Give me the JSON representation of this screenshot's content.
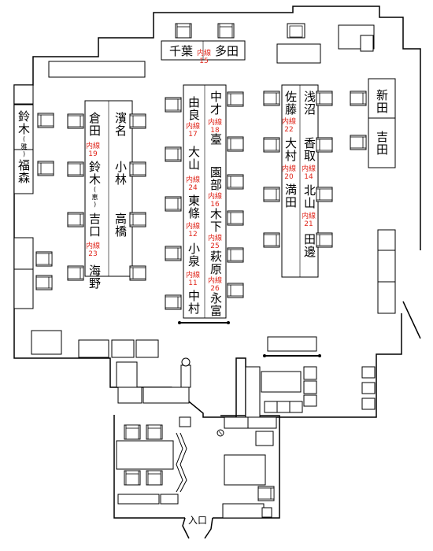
{
  "floor_plan": {
    "entrance_label": "入口",
    "ext_word": "内線",
    "top_room": {
      "names": [
        "千葉",
        "多田"
      ],
      "ext": "15"
    },
    "right_rooms": [
      "新田",
      "吉田"
    ],
    "left_rooms": [
      {
        "name": "鈴木",
        "suffix": "(雅)"
      },
      {
        "name": "福森",
        "suffix": ""
      }
    ],
    "left_island": {
      "left_column": [
        {
          "name": "倉田",
          "suffix": "",
          "ext": "19"
        },
        {
          "name": "鈴木",
          "suffix": "(恵)",
          "ext": ""
        },
        {
          "name": "吉口",
          "suffix": "",
          "ext": "23"
        },
        {
          "name": "海野",
          "suffix": "",
          "ext": ""
        }
      ],
      "right_column": [
        {
          "name": "濱名",
          "ext": ""
        },
        {
          "name": "小林",
          "ext": ""
        },
        {
          "name": "高橋",
          "ext": ""
        }
      ]
    },
    "center_island": {
      "left_column": [
        {
          "name": "由良",
          "ext": "17"
        },
        {
          "name": "大山",
          "ext": "24"
        },
        {
          "name": "東條",
          "ext": "12"
        },
        {
          "name": "小泉",
          "ext": "11"
        }
      ],
      "right_column": [
        {
          "name": "中才",
          "ext": "18"
        },
        {
          "name": "臺",
          "ext": ""
        },
        {
          "name": "園部",
          "ext": "16"
        },
        {
          "name": "木下",
          "ext": "25"
        },
        {
          "name": "萩原",
          "ext": "26"
        },
        {
          "name": "中村",
          "ext": ""
        },
        {
          "name": "永富",
          "ext": ""
        }
      ]
    },
    "right_island": {
      "left_column": [
        {
          "name": "佐藤",
          "ext": "22"
        },
        {
          "name": "大村",
          "ext": "20"
        },
        {
          "name": "満田",
          "ext": ""
        }
      ],
      "right_column": [
        {
          "name": "浅沼",
          "ext": ""
        },
        {
          "name": "香取",
          "ext": "14"
        },
        {
          "name": "北山",
          "ext": "21"
        },
        {
          "name": "田邊",
          "ext": ""
        }
      ]
    },
    "colors": {
      "wall": "#000000",
      "ext_text": "#e0261b",
      "background": "#ffffff"
    }
  }
}
